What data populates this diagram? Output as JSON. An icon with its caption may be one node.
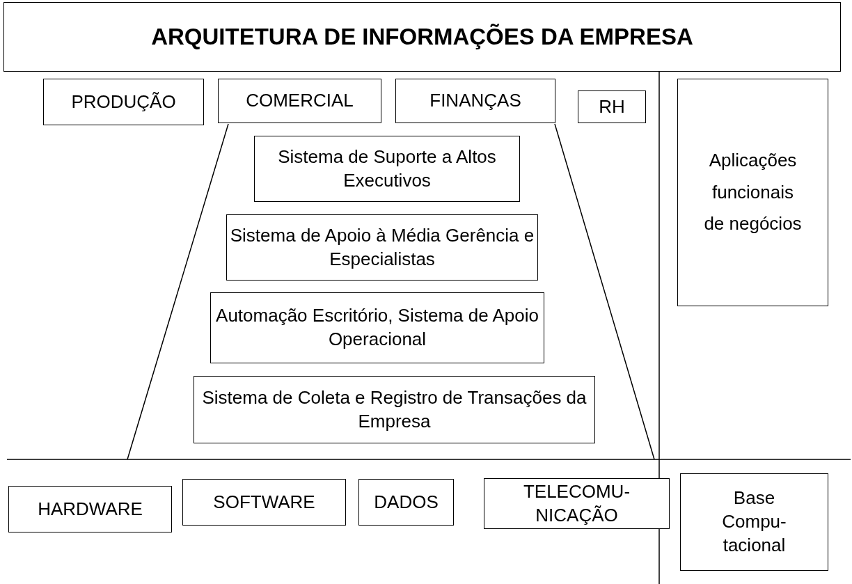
{
  "diagram": {
    "nodes": [
      {
        "text": [
          "ARQUITETURA DE INFORMAÇÕES DA EMPRESA"
        ]
      },
      {
        "text": [
          "PRODUÇÃO"
        ]
      },
      {
        "text": [
          "COMERCIAL"
        ]
      },
      {
        "text": [
          "FINANÇAS"
        ]
      },
      {
        "text": [
          "RH"
        ]
      },
      {
        "text": [
          "Aplicações funcionais de negócios"
        ]
      },
      {
        "text": [
          "Sistema de Suporte a Altos Executivos"
        ]
      },
      {
        "text": [
          "Sistema de Apoio à Média Gerência e Especialistas"
        ]
      },
      {
        "text": [
          "Automação Escritório, Sistema de Apoio Operacional"
        ]
      },
      {
        "text": [
          "Sistema de Coleta e Registro de Transações da Empresa"
        ]
      },
      {
        "text": [
          "HARDWARE"
        ]
      },
      {
        "text": [
          "SOFTWARE"
        ]
      },
      {
        "text": [
          "DADOS"
        ]
      },
      {
        "text": [
          "TELECOMU- NICAÇÃO"
        ]
      },
      {
        "text": [
          "Base Compu- tacional"
        ]
      }
    ]
  }
}
